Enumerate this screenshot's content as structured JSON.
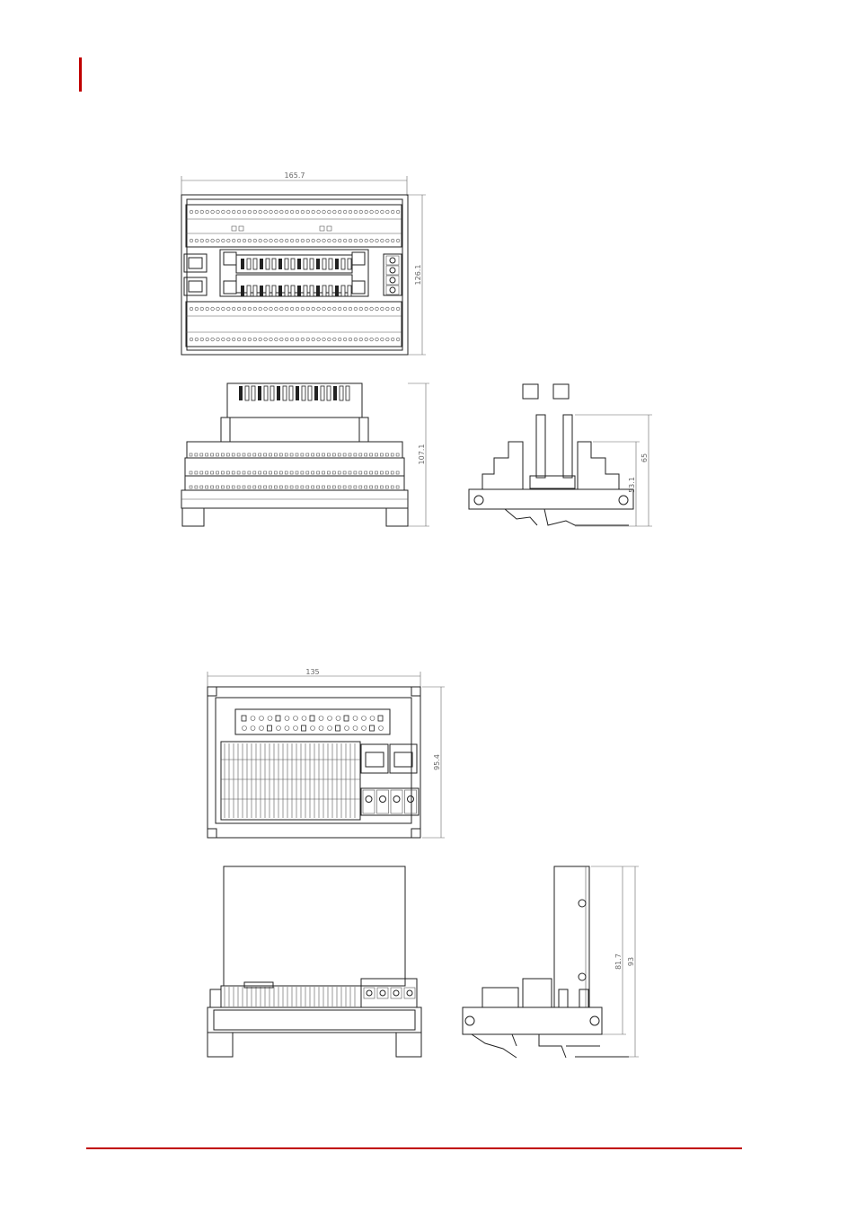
{
  "colors": {
    "accent": "#c00000",
    "line": "#222222",
    "dimension": "#666666"
  },
  "drawing_1": {
    "top_view": {
      "width_label": "165.7",
      "height_label": "126.1"
    },
    "front_view": {
      "height_label": "107.1"
    },
    "side_view": {
      "height_label": "65",
      "inner_label": "53.1"
    }
  },
  "drawing_2": {
    "top_view": {
      "width_label": "135",
      "height_label": "95.4"
    },
    "side_view": {
      "height_label": "93",
      "inner_label": "81.7"
    }
  }
}
